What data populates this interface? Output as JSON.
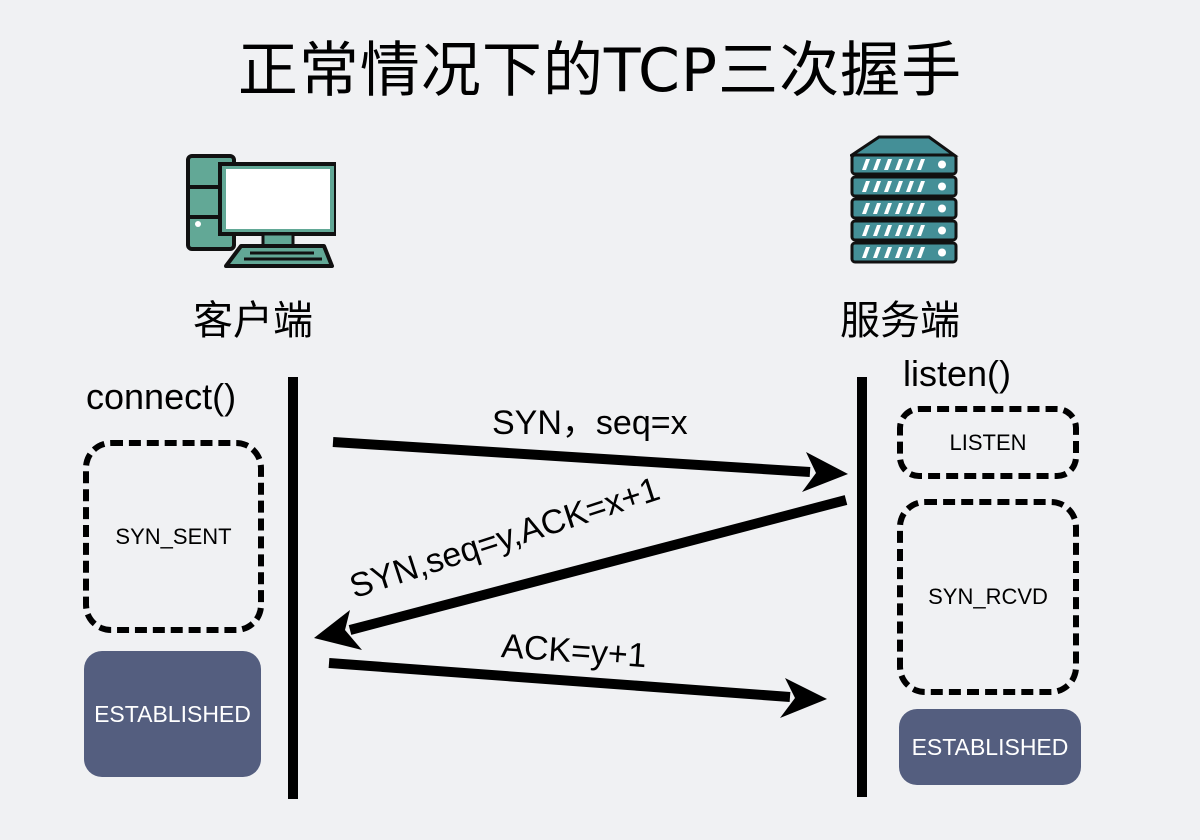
{
  "title": "正常情况下的TCP三次握手",
  "client": {
    "label": "客户端",
    "icon": "desktop-computer-icon",
    "function": "connect()",
    "states": [
      "SYN_SENT",
      "ESTABLISHED"
    ]
  },
  "server": {
    "label": "服务端",
    "icon": "server-rack-icon",
    "function": "listen()",
    "states": [
      "LISTEN",
      "SYN_RCVD",
      "ESTABLISHED"
    ]
  },
  "messages": [
    {
      "label": "SYN，seq=x",
      "direction": "client-to-server"
    },
    {
      "label": "SYN,seq=y,ACK=x+1",
      "direction": "server-to-client"
    },
    {
      "label": "ACK=y+1",
      "direction": "client-to-server"
    }
  ],
  "colors": {
    "background": "#f0f1f3",
    "icon_teal": "#62a896",
    "server_teal": "#448f97",
    "established_fill": "#545e7f"
  }
}
